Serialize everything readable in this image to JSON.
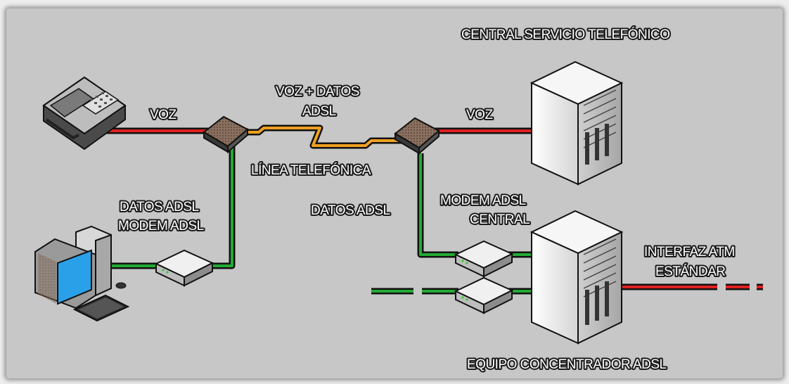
{
  "labels": {
    "central_servicio": "CENTRAL SERVICIO TELEFÓNICO",
    "voz_datos_line1": "VOZ + DATOS",
    "voz_datos_line2": "ADSL",
    "voz_left": "VOZ",
    "voz_right": "VOZ",
    "linea_telefonica": "LÍNEA TELEFÓNICA",
    "datos_adsl_left_line1": "DATOS  ADSL",
    "datos_adsl_left_line2": "MODEM  ADSL",
    "datos_adsl_center": "DATOS  ADSL",
    "modem_central_line1": "MODEM  ADSL",
    "modem_central_line2": "CENTRAL",
    "interfaz_line1": "INTERFAZ ATM",
    "interfaz_line2": "ESTÁNDAR",
    "concentrador": "EQUIPO CONCENTRADOR ADSL"
  },
  "colors": {
    "voice_line": "#e02020",
    "data_line": "#22aa33",
    "mixed_line": "#f0a020",
    "panel": "#c7c7c7"
  },
  "icons": [
    "telephone-icon",
    "splitter-icon",
    "pc-icon",
    "modem-icon",
    "server-icon"
  ]
}
